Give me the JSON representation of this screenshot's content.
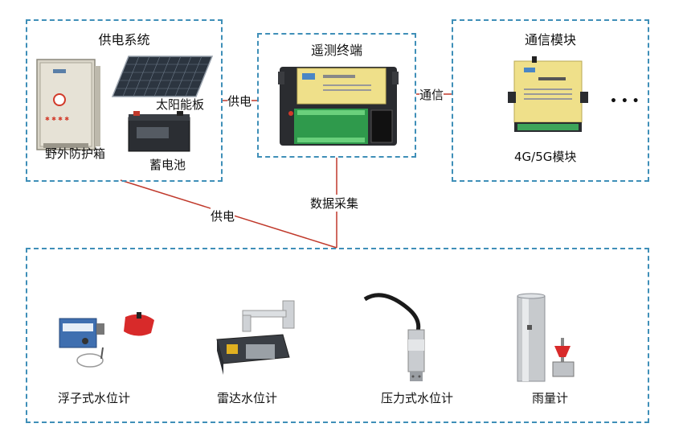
{
  "power_system": {
    "title": "供电系统",
    "items": {
      "enclosure": "野外防护箱",
      "solar_panel": "太阳能板",
      "battery": "蓄电池"
    }
  },
  "terminal": {
    "title": "遥测终端"
  },
  "comm_module": {
    "title": "通信模块",
    "device_label": "4G/5G模块",
    "more": "• • •"
  },
  "links": {
    "power_to_terminal": "供电",
    "terminal_to_comm": "通信",
    "data_collection": "数据采集",
    "power_to_sensors": "供电"
  },
  "sensors": {
    "items": [
      {
        "label": "浮子式水位计"
      },
      {
        "label": "雷达水位计"
      },
      {
        "label": "压力式水位计"
      },
      {
        "label": "雨量计"
      }
    ]
  },
  "colors": {
    "box_border": "#3f8fb8",
    "link_line": "#c0392b"
  }
}
